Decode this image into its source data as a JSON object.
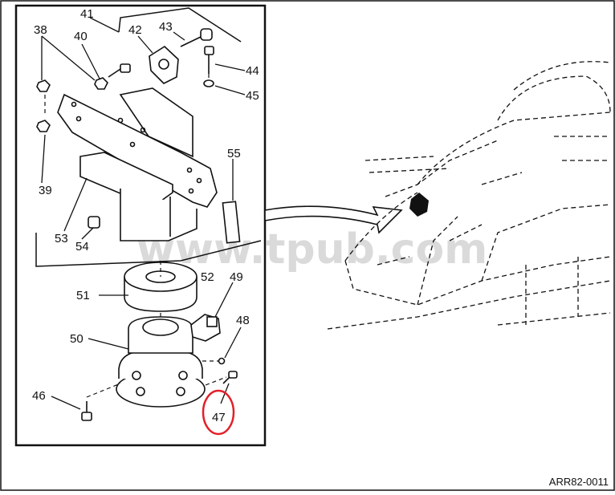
{
  "figure_id": "ARR82-0011",
  "watermark": "www.tpub.com",
  "callouts": {
    "c38": "38",
    "c40": "40",
    "c41": "41",
    "c42": "42",
    "c43": "43",
    "c44": "44",
    "c45": "45",
    "c39": "39",
    "c53": "53",
    "c54": "54",
    "c55": "55",
    "c52": "52",
    "c51": "51",
    "c49": "49",
    "c50": "50",
    "c48": "48",
    "c46": "46",
    "c47": "47"
  },
  "highlighted_callout": "47",
  "colors": {
    "line": "#111111",
    "highlight": "#e2202a",
    "watermark": "#bdbdbd"
  }
}
